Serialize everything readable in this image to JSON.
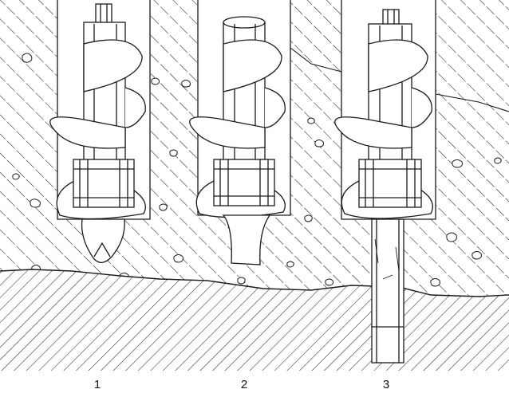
{
  "figure": {
    "labels": [
      "1",
      "2",
      "3"
    ],
    "colors": {
      "ink": "#1a1a1a",
      "paper": "#ffffff"
    },
    "panels": [
      {
        "id": "1",
        "tip": "pointed-bit",
        "has_cutter_rod": true,
        "has_casing_below": false
      },
      {
        "id": "2",
        "tip": "flat-plug",
        "has_cutter_rod": false,
        "has_casing_below": false
      },
      {
        "id": "3",
        "tip": "tube-core",
        "has_cutter_rod": true,
        "has_casing_below": true
      }
    ]
  }
}
